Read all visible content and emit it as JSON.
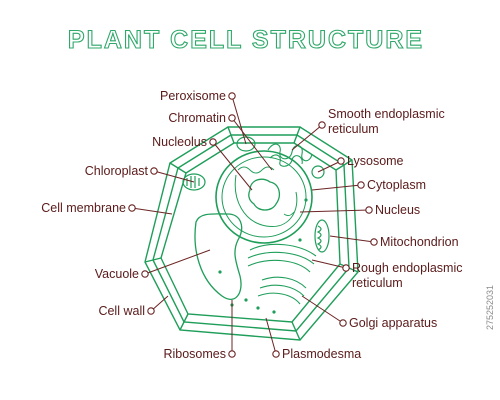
{
  "title": "PLANT CELL STRUCTURE",
  "colors": {
    "title_stroke": "#2fa86a",
    "cell": "#1f9e5a",
    "text": "#5a1a1a",
    "leader": "#6b2424",
    "side_mark": "#8a8a8a"
  },
  "labels": {
    "peroxisome": "Peroxisome",
    "chromatin": "Chromatin",
    "nucleolus": "Nucleolus",
    "chloroplast": "Chloroplast",
    "cell_membrane": "Cell membrane",
    "vacuole": "Vacuole",
    "cell_wall": "Cell wall",
    "ribosomes": "Ribosomes",
    "plasmodesma": "Plasmodesma",
    "smooth_er_line1": "Smooth endoplasmic",
    "smooth_er_line2": "reticulum",
    "lysosome": "Lysosome",
    "cytoplasm": "Cytoplasm",
    "nucleus": "Nucleus",
    "mitochondrion": "Mitochondrion",
    "rough_er_line1": "Rough endoplasmic",
    "rough_er_line2": "reticulum",
    "golgi": "Golgi apparatus"
  },
  "side_mark": "275252031"
}
